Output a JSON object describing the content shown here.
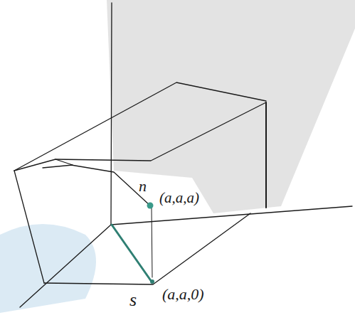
{
  "diagram": {
    "labels": [
      "n⃗",
      "(a,a,a)",
      "s⃗",
      "(a,a,0)"
    ]
  }
}
